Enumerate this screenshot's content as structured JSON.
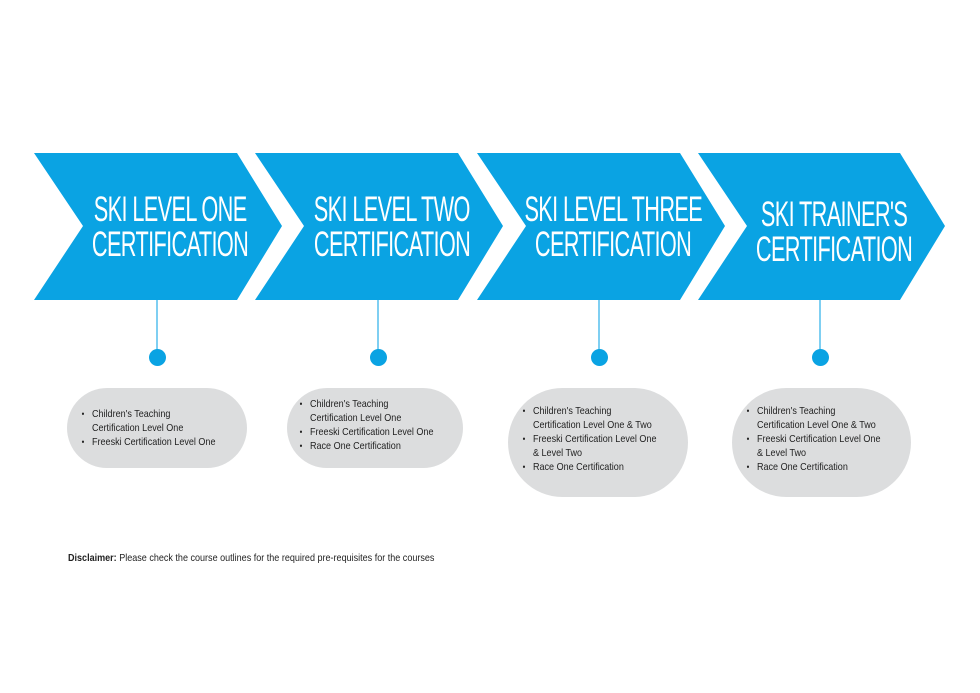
{
  "colors": {
    "accent_blue": "#0AA3E3",
    "connector_blue": "#7FCFF2",
    "bubble_gray": "#DCDDDE",
    "text_dark": "#222222"
  },
  "steps": [
    {
      "title_line1": "SKI LEVEL ONE",
      "title_line2": "CERTIFICATION",
      "prerequisites": [
        [
          "Children's Teaching",
          "Certification Level One"
        ],
        [
          "Freeski Certification Level One"
        ]
      ]
    },
    {
      "title_line1": "SKI LEVEL TWO",
      "title_line2": "CERTIFICATION",
      "prerequisites": [
        [
          "Children's Teaching",
          "Certification Level One"
        ],
        [
          "Freeski Certification Level One"
        ],
        [
          "Race One Certification"
        ]
      ]
    },
    {
      "title_line1": "SKI LEVEL THREE",
      "title_line2": "CERTIFICATION",
      "prerequisites": [
        [
          "Children's Teaching",
          "Certification Level One & Two"
        ],
        [
          "Freeski Certification Level One",
          "& Level Two"
        ],
        [
          "Race One Certification"
        ]
      ]
    },
    {
      "title_line1": "SKI TRAINER'S",
      "title_line2": "CERTIFICATION",
      "prerequisites": [
        [
          "Children's Teaching",
          "Certification Level One & Two"
        ],
        [
          "Freeski Certification Level One",
          "& Level Two"
        ],
        [
          "Race One Certification"
        ]
      ]
    }
  ],
  "disclaimer": {
    "label": "Disclaimer:",
    "text": " Please check the course outlines for the required pre-requisites for the courses"
  }
}
